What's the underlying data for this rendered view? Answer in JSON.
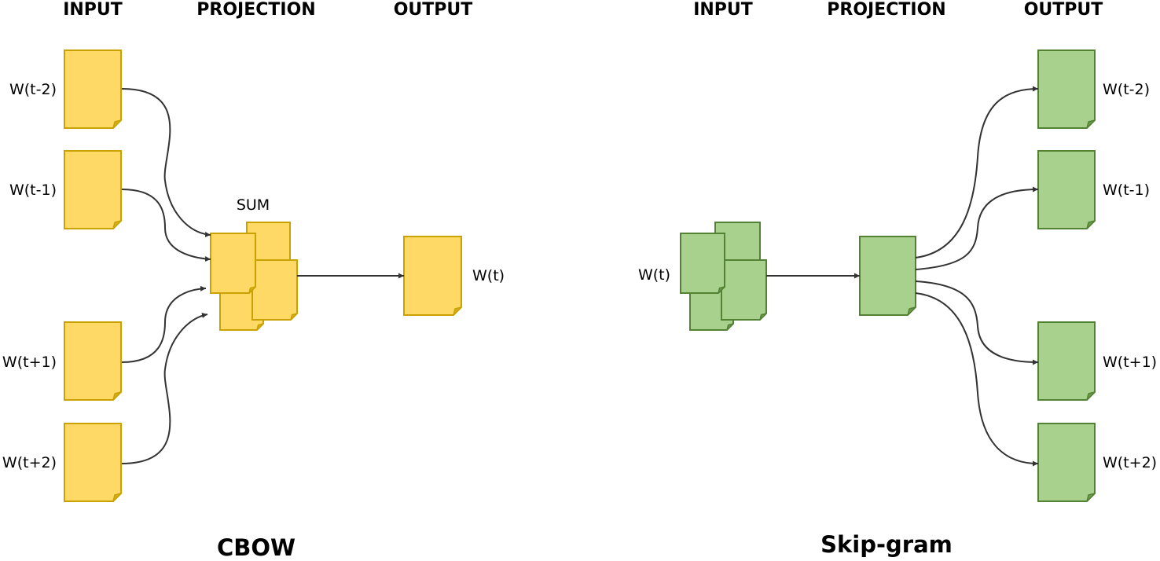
{
  "colors": {
    "cbow_fill": "#FFD966",
    "cbow_stroke": "#C9A200",
    "cbow_fold": "#D4AE1E",
    "skip_fill": "#A9D18E",
    "skip_stroke": "#548235",
    "skip_fold": "#6F9A4C",
    "arrow": "#333333"
  },
  "cbow": {
    "title": "CBOW",
    "headers": {
      "input": "INPUT",
      "projection": "PROJECTION",
      "output": "OUTPUT"
    },
    "inputs": [
      "W(t-2)",
      "W(t-1)",
      "W(t+1)",
      "W(t+2)"
    ],
    "sum_label": "SUM",
    "output": "W(t)"
  },
  "skipgram": {
    "title": "Skip-gram",
    "headers": {
      "input": "INPUT",
      "projection": "PROJECTION",
      "output": "OUTPUT"
    },
    "input": "W(t)",
    "outputs": [
      "W(t-2)",
      "W(t-1)",
      "W(t+1)",
      "W(t+2)"
    ]
  }
}
